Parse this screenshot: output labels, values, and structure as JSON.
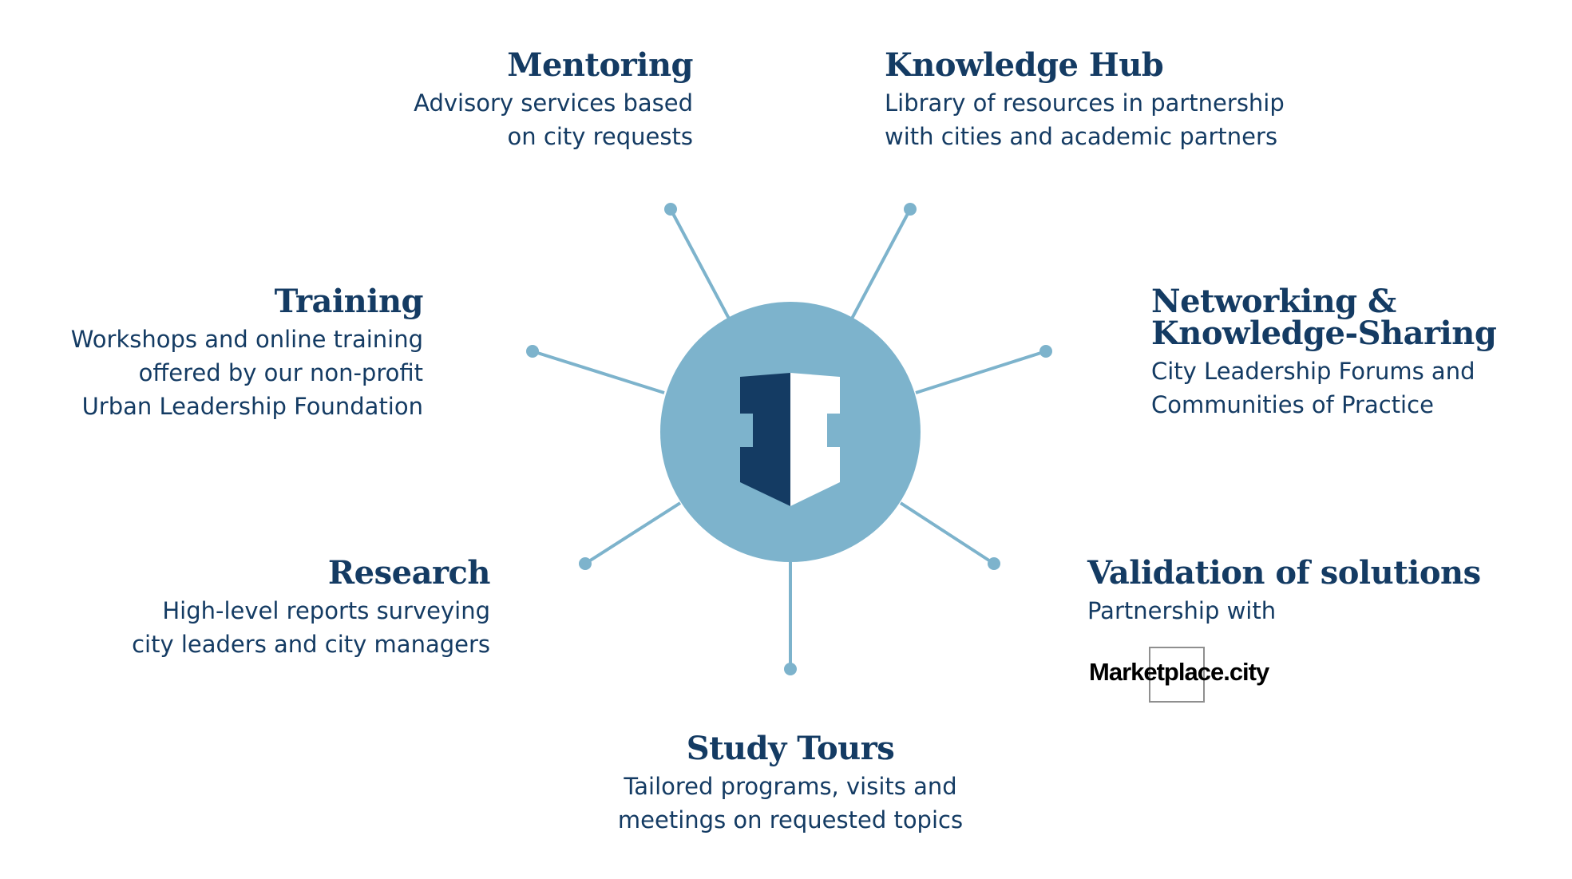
{
  "colors": {
    "primary": "#143b63",
    "accent": "#7db3cc",
    "connector": "#7db3cc",
    "hub_fill": "#7db3cc",
    "logo_dark": "#143b63",
    "logo_light": "#ffffff"
  },
  "hub": {
    "icon": "city-leadership-logo-icon"
  },
  "nodes": [
    {
      "id": "mentoring",
      "title": "Mentoring",
      "description": [
        "Advisory services based",
        "on city requests"
      ]
    },
    {
      "id": "knowledge-hub",
      "title": "Knowledge Hub",
      "description": [
        "Library of resources in partnership",
        "with cities and academic partners"
      ]
    },
    {
      "id": "training",
      "title": "Training",
      "description": [
        "Workshops and online training",
        "offered by our non-profit",
        "Urban Leadership Foundation"
      ]
    },
    {
      "id": "networking",
      "title": [
        "Networking &",
        "Knowledge-Sharing"
      ],
      "description": [
        "City Leadership Forums and",
        "Communities of Practice"
      ]
    },
    {
      "id": "research",
      "title": "Research",
      "description": [
        "High-level reports surveying",
        "city leaders and city managers"
      ]
    },
    {
      "id": "validation",
      "title": "Validation of solutions",
      "description": [
        "Partnership with"
      ],
      "partner_logo": "Marketplace.city"
    },
    {
      "id": "study-tours",
      "title": "Study Tours",
      "description": [
        "Tailored programs, visits and",
        "meetings on requested topics"
      ]
    }
  ]
}
